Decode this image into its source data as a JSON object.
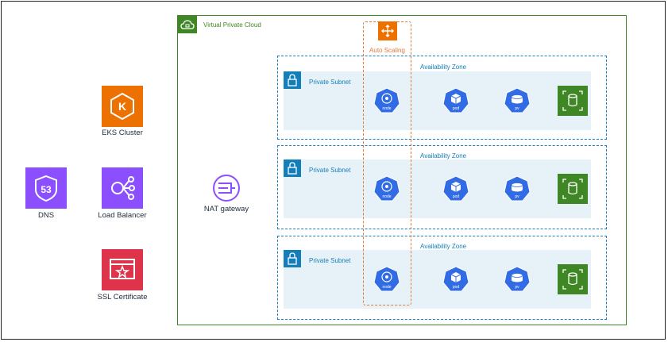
{
  "colors": {
    "eks": "#ed7100",
    "route53": "#8c4fff",
    "elb": "#8c4fff",
    "acm": "#dd344c",
    "vpc": "#3f8624",
    "subnet": "#147eba",
    "autoscaling": "#e07b39",
    "k8s": "#326ce5",
    "efs": "#3f8624"
  },
  "left_services": {
    "eks": {
      "label": "EKS Cluster",
      "icon": "eks-icon"
    },
    "dns": {
      "label": "DNS",
      "icon": "route53-icon"
    },
    "lb": {
      "label": "Load Balancer",
      "icon": "load-balancer-icon"
    },
    "ssl": {
      "label": "SSL Certificate",
      "icon": "certificate-icon"
    }
  },
  "vpc": {
    "title": "Virtual Private Cloud",
    "icon": "cloud-icon"
  },
  "nat": {
    "label": "NAT gateway",
    "icon": "nat-gateway-icon"
  },
  "autoscaling": {
    "title": "Auto Scaling",
    "icon": "autoscaling-icon"
  },
  "zones": [
    {
      "az_title": "Availability Zone",
      "subnet_title": "Private Subnet",
      "node": "node",
      "pod": "pod",
      "pv": "pv"
    },
    {
      "az_title": "Availability Zone",
      "subnet_title": "Private Subnet",
      "node": "node",
      "pod": "pod",
      "pv": "pv"
    },
    {
      "az_title": "Availability Zone",
      "subnet_title": "Private Subnet",
      "node": "node",
      "pod": "pod",
      "pv": "pv"
    }
  ]
}
